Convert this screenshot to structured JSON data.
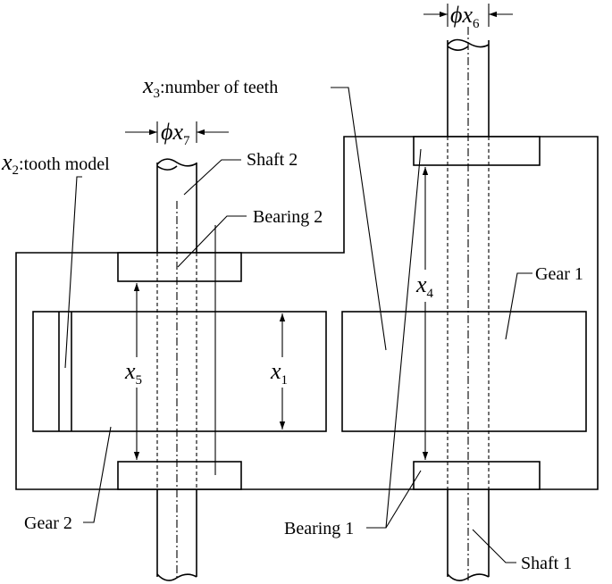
{
  "labels": {
    "number_of_teeth": {
      "var": "x",
      "sub": "3",
      "text": ":number of teeth"
    },
    "tooth_model": {
      "var": "x",
      "sub": "2",
      "text": ":tooth model"
    },
    "shaft2": "Shaft 2",
    "bearing2": "Bearing 2",
    "gear1": "Gear 1",
    "gear2": "Gear 2",
    "bearing1": "Bearing 1",
    "shaft1": "Shaft 1"
  },
  "dimensions": {
    "phi": "ϕ",
    "diam_shaft1": {
      "var": "x",
      "sub": "6"
    },
    "diam_shaft2": {
      "var": "x",
      "sub": "7"
    },
    "x1": {
      "var": "x",
      "sub": "1"
    },
    "x4": {
      "var": "x",
      "sub": "4"
    },
    "x5": {
      "var": "x",
      "sub": "5"
    }
  }
}
